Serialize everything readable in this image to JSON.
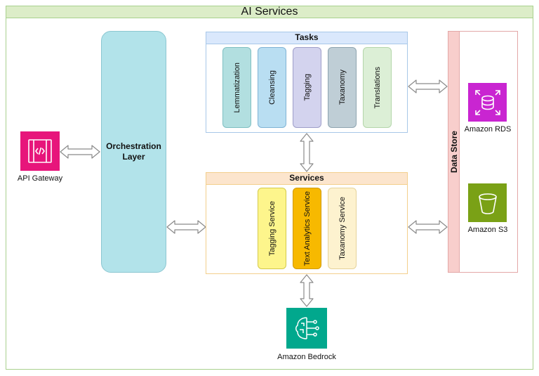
{
  "title": "AI Services",
  "orchestration": {
    "label": "Orchestration Layer"
  },
  "api_gateway": {
    "label": "API Gateway"
  },
  "tasks": {
    "title": "Tasks",
    "items": [
      "Lemmatization",
      "Cleansing",
      "Tagging",
      "Taxanomy",
      "Translations"
    ]
  },
  "services": {
    "title": "Services",
    "items": [
      "Tagging Service",
      "Text Analytics Service",
      "Taxanomy Service"
    ]
  },
  "data_store": {
    "title": "Data Store",
    "rds_label": "Amazon RDS",
    "s3_label": "Amazon S3"
  },
  "bedrock": {
    "label": "Amazon Bedrock"
  },
  "colors": {
    "api_gateway": "#e7157b",
    "rds": "#c925d1",
    "s3": "#7aa116",
    "bedrock": "#01a88d"
  }
}
